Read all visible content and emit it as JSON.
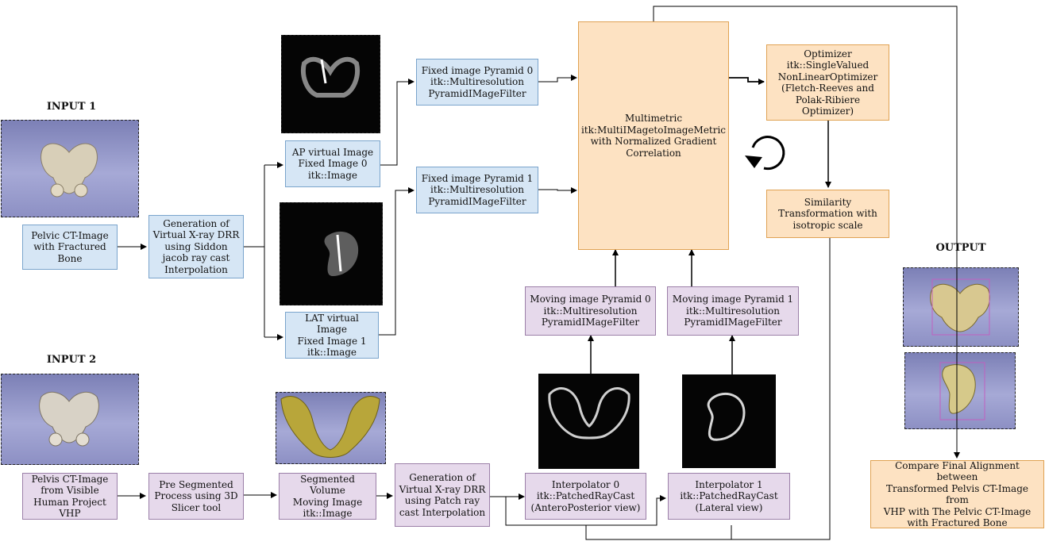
{
  "labels": {
    "input1": "INPUT 1",
    "input2": "INPUT 2",
    "output": "OUTPUT"
  },
  "boxes": {
    "pelvic_ct": "Pelvic CT-Image\nwith Fractured\nBone",
    "gen_drr_1": "Generation of\nVirtual X-ray DRR\nusing Siddon\njacob ray  cast\nInterpolation",
    "ap_virtual": "AP virtual Image\nFixed Image 0\nitk::Image",
    "lat_virtual": "LAT virtual Image\nFixed Image 1\nitk::Image",
    "fixed_pyr_0": "Fixed image Pyramid 0\nitk::Multiresolution\nPyramidIMageFilter",
    "fixed_pyr_1": "Fixed image Pyramid 1\nitk::Multiresolution\nPyramidIMageFilter",
    "multimetric": "Multimetric\nitk:MultiIMagetoImageMetric\nwith Normalized Gradient\nCorrelation",
    "optimizer": "Optimizer\nitk::SingleValued\nNonLinearOptimizer\n(Fletch-Reeves and\nPolak-Ribiere\nOptimizer)",
    "similarity": "Similarity\nTransformation with\nisotropic scale",
    "moving_pyr_0": "Moving image Pyramid 0\nitk::Multiresolution\nPyramidIMageFilter",
    "moving_pyr_1": "Moving image Pyramid 1\nitk::Multiresolution\nPyramidIMageFilter",
    "pelvis_vhp": "Pelvis CT-Image\nfrom Visible\nHuman Project\nVHP",
    "pre_segmented": "Pre Segmented\nProcess using 3D\nSlicer tool",
    "segmented_volume": "Segmented\nVolume\nMoving Image\nitk::Image",
    "gen_drr_2": "Generation of\nVirtual X-ray DRR\nusing Patch ray\ncast Interpolation",
    "interp_0": "Interpolator 0\nitk::PatchedRayCast\n(AnteroPosterior view)",
    "interp_1": "Interpolator 1\nitk::PatchedRayCast\n(Lateral view)",
    "compare": "Compare Final Alignment between\nTransformed Pelvis CT-Image from\nVHP with The Pelvic CT-Image\nwith Fractured Bone"
  },
  "colors": {
    "blue_fill": "#d6e6f5",
    "purple_fill": "#e6d9eb",
    "orange_fill": "#fde2c2",
    "line": "#000000"
  }
}
